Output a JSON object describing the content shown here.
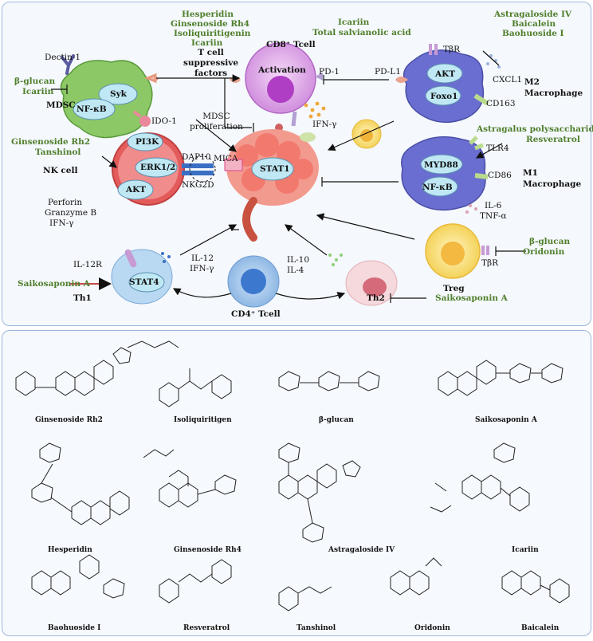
{
  "colors": {
    "drug_green": "#4f7f2c",
    "panel_border": "#9db7d9",
    "stat1": "#e86a6a",
    "mdsc": "#8fc46a",
    "macrophage": "#6a6ed0",
    "nk": "#e25a5a"
  },
  "top": {
    "mdsc": {
      "cell": "MDSC",
      "syk": "Syk",
      "nfkb": "NF-κB",
      "dectin": "Dectin-1",
      "ido": "IDO-1",
      "drugs": [
        "β-glucan",
        "Icariin"
      ]
    },
    "tcell_factors": "T cell\nsuppressive\nfactors",
    "mdsc_prolif": "MDSC\nproliferation",
    "cd8": {
      "title": "CD8⁺ Tcell",
      "activation": "Activation",
      "pd1": "PD-1",
      "ifng": "IFN-γ",
      "drugs_left": [
        "Hesperidin",
        "Ginsenoside Rh4",
        "Isoliquiritigenin",
        "Icariin"
      ],
      "drugs_right": [
        "Icariin",
        "Total salvianolic acid"
      ]
    },
    "m2": {
      "title": "M2\nMacrophage",
      "akt": "AKT",
      "foxo1": "Foxo1",
      "tbr": "TβR",
      "cxcl1": "CXCL1",
      "cd163": "CD163",
      "pdl1": "PD-L1",
      "drugs": [
        "Astragaloside IV",
        "Baicalein",
        "Baohuoside I"
      ]
    },
    "m1": {
      "title": "M1\nMacrophage",
      "myd88": "MYD88",
      "nfkb": "NF-κB",
      "tlr4": "TLR4",
      "cd86": "CD86",
      "il6": "IL-6",
      "tnfa": "TNF-α",
      "drugs": [
        "Astragalus polysaccharides",
        "Resveratrol"
      ]
    },
    "nk": {
      "title": "NK cell",
      "pi3k": "PI3K",
      "erk": "ERK1/2",
      "akt": "AKT",
      "dap10": "DAP10",
      "nkg2d": "NKG2D",
      "mica": "MICA",
      "perforin": "Perforin",
      "granzyme": "Granzyme B",
      "ifng": "IFN-γ",
      "drugs": [
        "Ginsenoside Rh2",
        "Tanshinol"
      ]
    },
    "stat1": "STAT1",
    "treg": {
      "title": "Treg",
      "tbr": "TβR",
      "drugs": [
        "β-glucan",
        "Oridonin"
      ]
    },
    "th1": {
      "title": "Th1",
      "stat4": "STAT4",
      "il12r": "IL-12R",
      "drug": "Saikosaponin A"
    },
    "th2": {
      "title": "Th2",
      "drug": "Saikosaponin A"
    },
    "cd4": {
      "title": "CD4⁺ Tcell",
      "il12": "IL-12",
      "ifng": "IFN-γ",
      "il10": "IL-10",
      "il4": "IL-4"
    }
  },
  "molecules": [
    "Ginsenoside Rh2",
    "Isoliquiritigen",
    "β-glucan",
    "Saikosaponin A",
    "Hesperidin",
    "Ginsenoside Rh4",
    "Astragaloside IV",
    "Icariin",
    "Baohuoside I",
    "Resveratrol",
    "Tanshinol",
    "Oridonin",
    "Baicalein"
  ]
}
